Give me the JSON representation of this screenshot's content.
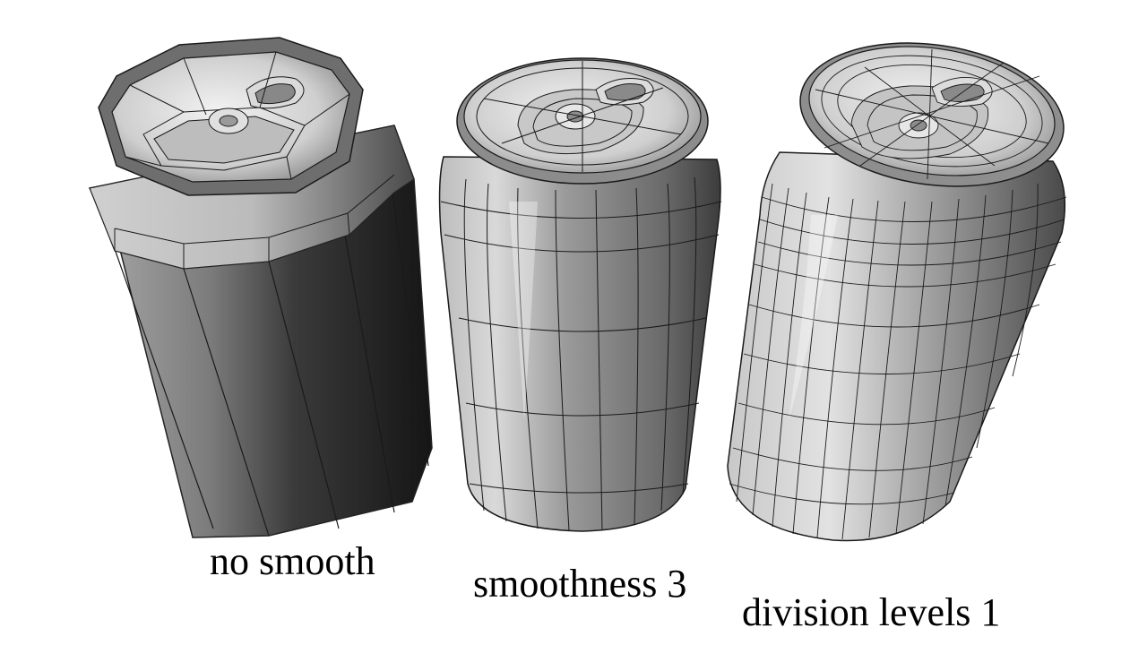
{
  "captions": {
    "no_smooth": "no smooth",
    "smoothness": "smoothness 3",
    "division_levels": "division levels  1"
  },
  "colors": {
    "background": "#ffffff",
    "wire": "#1a1a1a"
  }
}
